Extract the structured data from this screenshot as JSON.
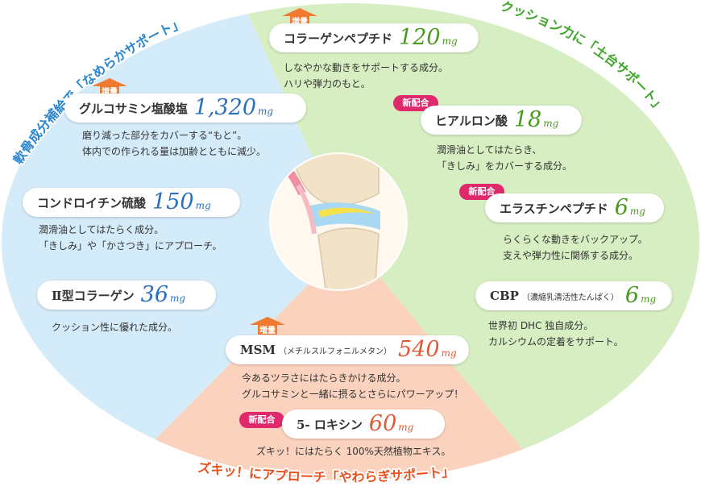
{
  "sections": {
    "blue": {
      "title": "軟骨成分補給で「なめらかサポート」",
      "color": "#2a86d0"
    },
    "green": {
      "title": "クッション力に「土台サポート」",
      "color": "#3fa52a"
    },
    "red": {
      "title": "ズキッ！にアプローチ「やわらぎサポート」",
      "color": "#e8501e"
    }
  },
  "badges": {
    "increase": "増量",
    "new": "新配合"
  },
  "ingredients": [
    {
      "name": "グルコサミン塩酸塩",
      "amount": "1,320",
      "unit": "mg",
      "badge": "増量",
      "desc": [
        "磨り減った部分をカバーする“もと”。",
        "体内での作られる量は加齢とともに減少。"
      ]
    },
    {
      "name": "コンドロイチン硫酸",
      "amount": "150",
      "unit": "mg",
      "badge": "",
      "desc": [
        "潤滑油としてはたらく成分。",
        "「きしみ」や「かさつき」にアプローチ。"
      ]
    },
    {
      "name": "Ⅱ型コラーゲン",
      "amount": "36",
      "unit": "mg",
      "badge": "",
      "desc": [
        "クッション性に優れた成分。"
      ]
    },
    {
      "name": "コラーゲンペプチド",
      "amount": "120",
      "unit": "mg",
      "badge": "増量",
      "desc": [
        "しなやかな動きをサポートする成分。",
        "ハリや弾力のもと。"
      ]
    },
    {
      "name": "ヒアルロン酸",
      "amount": "18",
      "unit": "mg",
      "badge": "新配合",
      "desc": [
        "潤滑油としてはたらき、",
        "「きしみ」をカバーする成分。"
      ]
    },
    {
      "name": "エラスチンペプチド",
      "amount": "6",
      "unit": "mg",
      "badge": "新配合",
      "desc": [
        "らくらくな動きをバックアップ。",
        "支えや弾力性に関係する成分。"
      ]
    },
    {
      "name": "CBP",
      "sub": "（濃縮乳清活性たんぱく）",
      "amount": "6",
      "unit": "mg",
      "badge": "",
      "desc": [
        "世界初 DHC 独自成分。",
        "カルシウムの定着をサポート。"
      ]
    },
    {
      "name": "MSM",
      "sub": "（メチルスルフォニルメタン）",
      "amount": "540",
      "unit": "mg",
      "badge": "増量",
      "desc": [
        "今あるツラさにはたらきかける成分。",
        "グルコサミンと一緒に摂るとさらにパワーアップ！"
      ]
    },
    {
      "name": "5- ロキシン",
      "amount": "60",
      "unit": "mg",
      "badge": "新配合",
      "desc": [
        "ズキッ！にはたらく 100%天然植物エキス。"
      ]
    }
  ],
  "colors": {
    "blue_bg": "#d4ebf9",
    "green_bg": "#d7eec2",
    "red_bg": "#fbd2bd",
    "badge_up": "#f07a30",
    "badge_new": "#e0286c"
  }
}
